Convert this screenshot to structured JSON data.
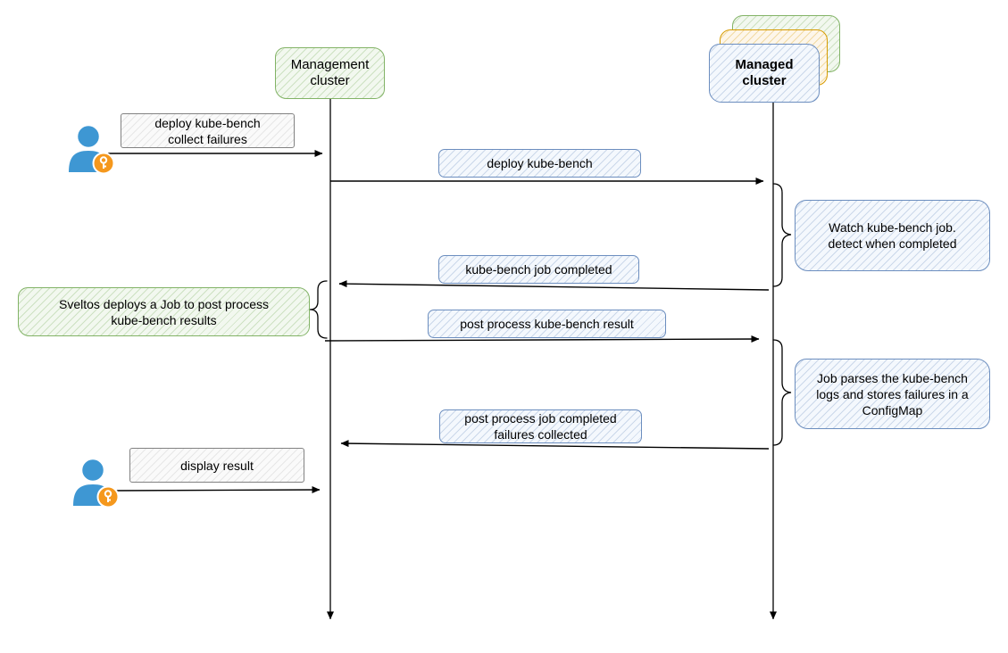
{
  "diagram_type": "sequence-diagram",
  "actors": {
    "management": {
      "label": "Management\ncluster"
    },
    "managed": {
      "label": "Managed\ncluster"
    },
    "user": {
      "icon": "user-with-key-icon"
    }
  },
  "messages": [
    {
      "label": "deploy kube-bench\ncollect failures",
      "from": "user",
      "to": "management",
      "style": "gray"
    },
    {
      "label": "deploy kube-bench",
      "from": "management",
      "to": "managed",
      "style": "blue"
    },
    {
      "label": "kube-bench job completed",
      "from": "managed",
      "to": "management",
      "style": "blue"
    },
    {
      "label": "post process kube-bench result",
      "from": "management",
      "to": "managed",
      "style": "blue"
    },
    {
      "label": "post process job completed\nfailures collected",
      "from": "managed",
      "to": "management",
      "style": "blue"
    },
    {
      "label": "display result",
      "from": "user",
      "to": "management",
      "style": "gray"
    }
  ],
  "annotations": [
    {
      "label": "Watch kube-bench job.\ndetect when completed",
      "side": "managed",
      "style": "blue"
    },
    {
      "label": "Sveltos deploys a Job to post process\nkube-bench results",
      "side": "management",
      "style": "green"
    },
    {
      "label": "Job parses the kube-bench\nlogs and stores failures in a\nConfigMap",
      "side": "managed",
      "style": "blue"
    }
  ],
  "colors": {
    "green_border": "#82b366",
    "green_fill": "#d5e8d4",
    "blue_border": "#6c8ebf",
    "blue_fill": "#dae8fc",
    "orange_border": "#d79b00",
    "orange_fill": "#ffe6cc",
    "gray_border": "#828282",
    "gray_fill": "#f5f5f5",
    "arrow": "#000000",
    "user_blue": "#3e97d3",
    "badge_orange": "#f5981d"
  }
}
